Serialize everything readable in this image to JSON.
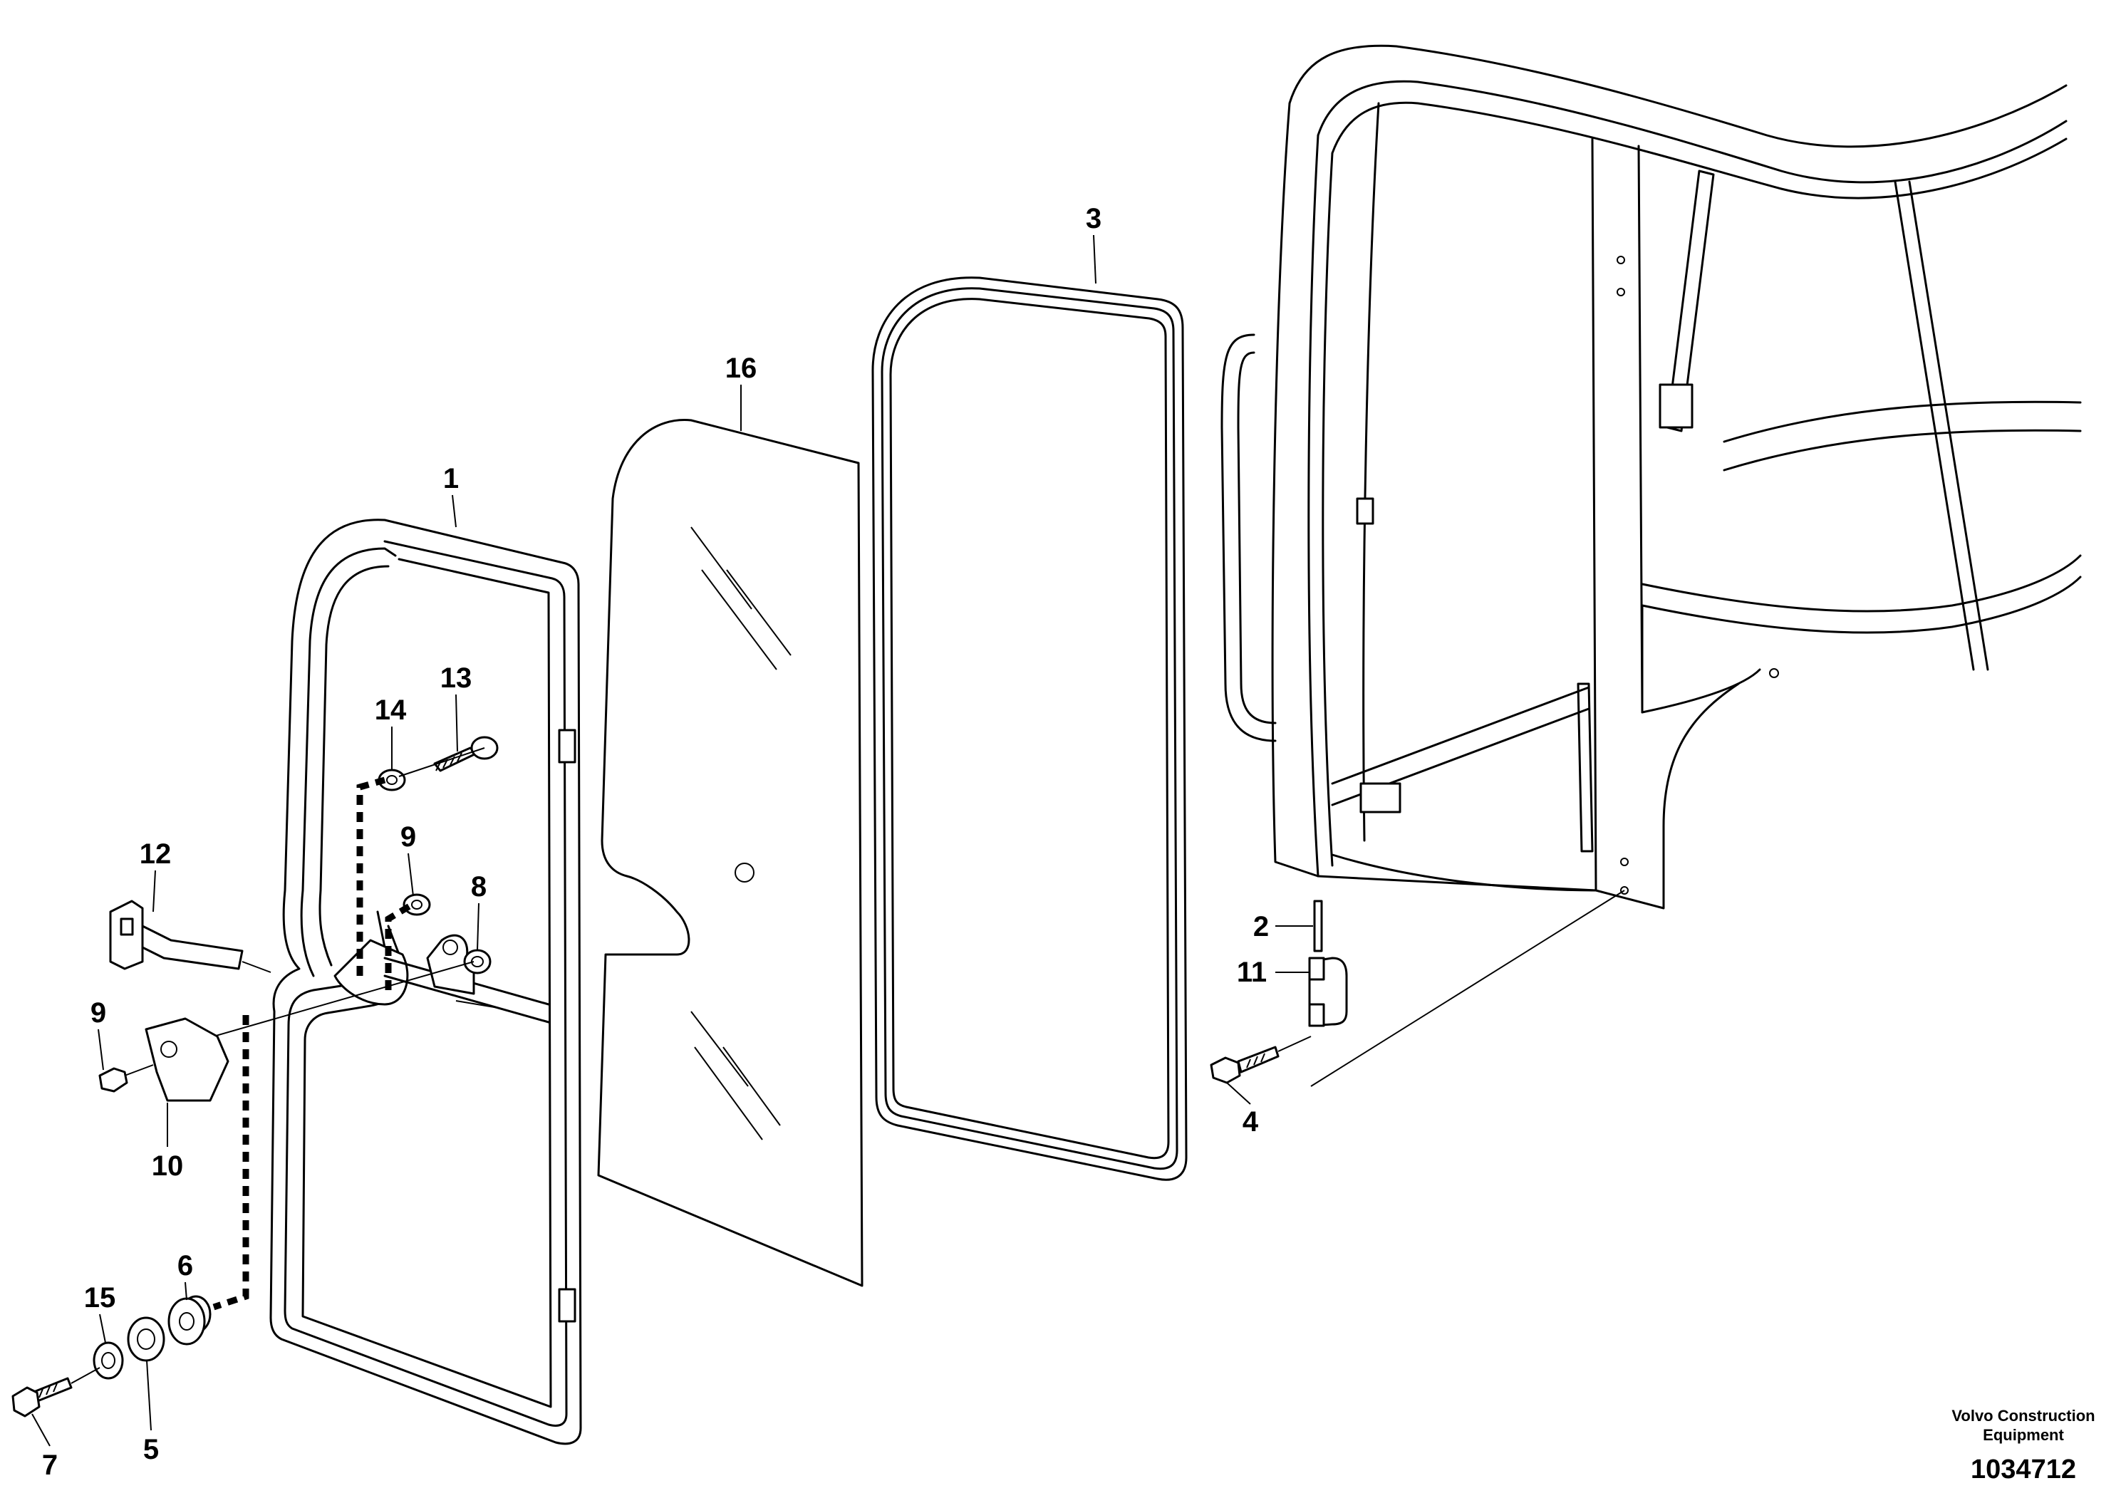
{
  "callouts": {
    "c1": "1",
    "c2": "2",
    "c3": "3",
    "c4": "4",
    "c5": "5",
    "c6": "6",
    "c7": "7",
    "c8": "8",
    "c9a": "9",
    "c9b": "9",
    "c10": "10",
    "c11": "11",
    "c12": "12",
    "c13": "13",
    "c14": "14",
    "c15": "15",
    "c16": "16"
  },
  "footer": {
    "credit_line1": "Volvo Construction",
    "credit_line2": "Equipment",
    "document_number": "1034712"
  },
  "colors": {
    "line": "#000000",
    "background": "#ffffff"
  }
}
